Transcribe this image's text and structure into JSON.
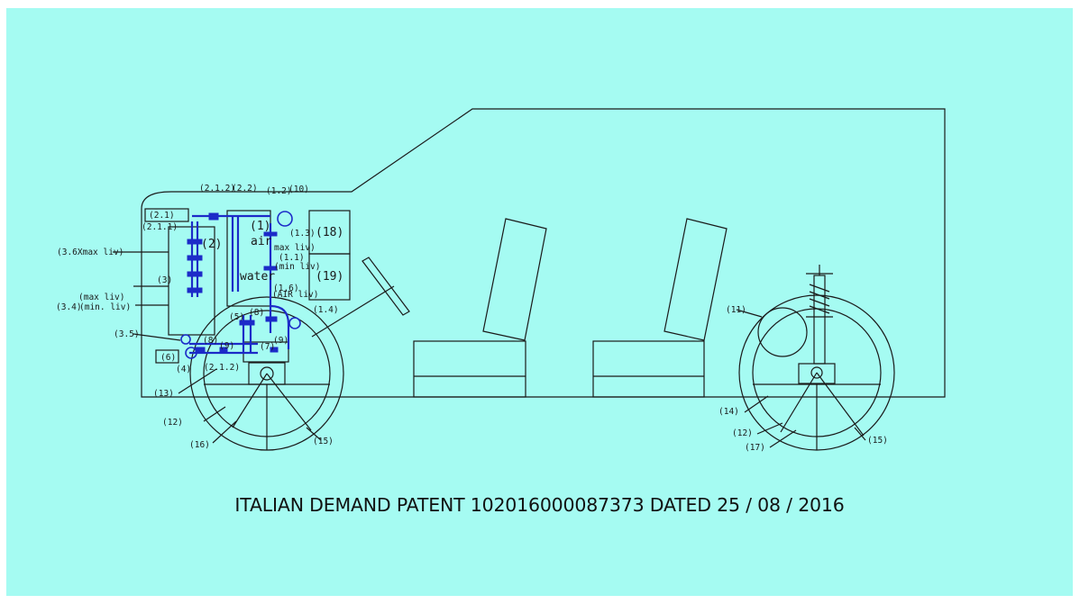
{
  "colors": {
    "background": "#a5fbf2",
    "outline": "#1a1a1a",
    "plumbing": "#1c2bc8"
  },
  "labels": {
    "l_2_1_2_top": "(2.1.2)",
    "l_2_2": "(2.2)",
    "l_1_2": "(1.2)",
    "l_10": "(10)",
    "l_2_1": "(2.1)",
    "l_2_1_1": "(2.1.1)",
    "l_1": "(1)",
    "l_1_3": "(1.3)",
    "l_air": "air",
    "l_max_liv_1": "max liv)",
    "l_1_1": "(1.1)",
    "l_min_liv_1": "(min liv)",
    "l_2": "(2)",
    "l_3_6": "(3.6Xmax liv)",
    "l_3": "(3)",
    "l_water": "water",
    "l_1_6": "(1.6)",
    "l_air_liv": "(AIR liv)",
    "l_max_liv_3": "(max liv)",
    "l_3_4": "(3.4)",
    "l_min_liv_3": "(min. liv)",
    "l_18": "(18)",
    "l_19": "(19)",
    "l_5": "(5)",
    "l_8_top": "(8)",
    "l_1_4": "(1.4)",
    "l_3_5": "(3.5)",
    "l_8": "(8)",
    "l_9_left": "(9)",
    "l_9_right": "(9)",
    "l_7": "(7)",
    "l_6": "(6)",
    "l_4": "(4)",
    "l_2_1_2_bottom": "(2.1.2)",
    "l_13": "(13)",
    "l_12_front": "(12)",
    "l_16": "(16)",
    "l_15_front": "(15)",
    "l_11": "(11)",
    "l_14": "(14)",
    "l_12_rear": "(12)",
    "l_17": "(17)",
    "l_15_rear": "(15)"
  },
  "caption": "ITALIAN DEMAND PATENT  102016000087373 DATED  25 / 08 / 2016"
}
